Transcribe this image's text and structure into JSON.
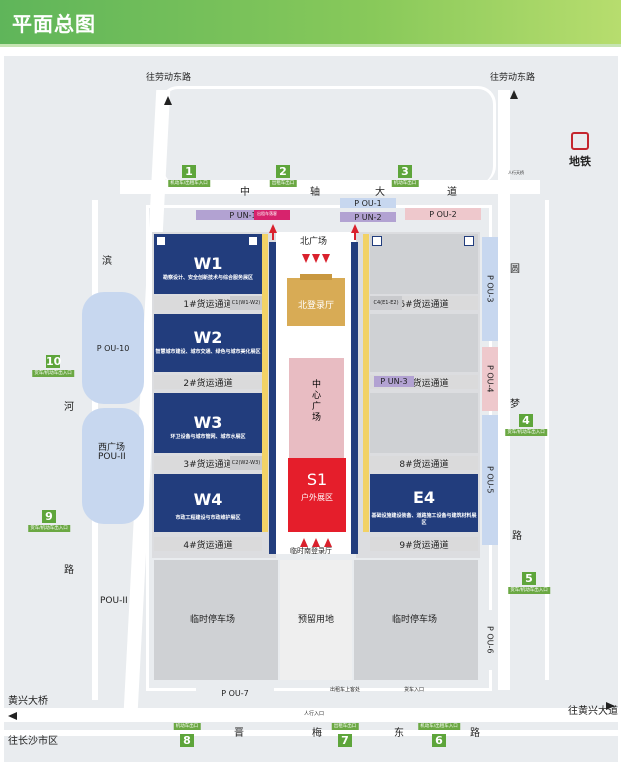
{
  "title": "平面总图",
  "roads": {
    "north_left": "往劳动东路",
    "north_right": "往劳动东路",
    "zhongzhou_1": "中",
    "zhongzhou_2": "轴",
    "zhongzhou_3": "大",
    "zhongzhou_4": "道",
    "west_1": "滨",
    "west_2": "河",
    "west_3": "路",
    "east_1": "圆",
    "east_2": "梦",
    "east_3": "路",
    "south_1": "晋",
    "south_2": "梅",
    "south_3": "东",
    "south_4": "路",
    "sw_bridge": "黄兴大桥",
    "sw_dest": "往长沙市区",
    "se_dest": "往黄兴大道"
  },
  "metro": "地铁",
  "metro_entrance": "人行天桥",
  "gates": [
    {
      "num": "1",
      "tag": "机动车/出租车入口"
    },
    {
      "num": "2",
      "tag": "出租车出口"
    },
    {
      "num": "3",
      "tag": "机动车出口"
    },
    {
      "num": "4",
      "tag": "货车/机动车出入口"
    },
    {
      "num": "5",
      "tag": "货车/机动车出入口"
    },
    {
      "num": "6",
      "tag": "机动车/出租车入口"
    },
    {
      "num": "7",
      "tag": "出租车出口"
    },
    {
      "num": "8",
      "tag": "机动车出口"
    },
    {
      "num": "9",
      "tag": "货车/机动车出入口"
    },
    {
      "num": "10",
      "tag": "货车/机动车出入口"
    }
  ],
  "parking": {
    "un1": "P UN-1",
    "un2": "P UN-2",
    "un3": "P UN-3",
    "ou1": "P OU-1",
    "ou2": "P OU-2",
    "ou3": "P OU-3",
    "ou4": "P OU-4",
    "ou5": "P OU-5",
    "ou6": "P OU-6",
    "ou7": "P OU-7",
    "ou10": "P OU-10",
    "ou11_a": "POU-II",
    "ou11_b": "POU-II",
    "west_plaza": "西广场"
  },
  "halls": {
    "w1": {
      "name": "W1",
      "desc": "勘察设计、安全创新技术与综合服务展区"
    },
    "w2": {
      "name": "W2",
      "desc": "智慧城市建设、城市交通、绿色与城市美化展区"
    },
    "w3": {
      "name": "W3",
      "desc": "环卫设备与城市管网、城市水展区"
    },
    "w4": {
      "name": "W4",
      "desc": "市政工程建设与市政维护展区"
    },
    "s1": {
      "name": "S1",
      "desc": "户外展区"
    },
    "e4": {
      "name": "E4",
      "desc": "基础设施建设装备、道路施工设备与建筑材料展区"
    }
  },
  "channels": {
    "c1": "1#货运通道",
    "c2": "2#货运通道",
    "c3": "3#货运通道",
    "c4": "4#货运通道",
    "c6": "6#货运通道",
    "c7": "7#货运通道",
    "c8": "8#货运通道",
    "c9": "9#货运通道"
  },
  "connectors": {
    "cw12": "C1(W1-W2)",
    "cw23": "C2(W2-W3)",
    "ce12": "C4(E1-E2)"
  },
  "north_plaza": "北广场",
  "north_hall": "北登录厅",
  "central_plaza": [
    "中",
    "心",
    "广",
    "场"
  ],
  "south_hall": "临时南登录厅",
  "temp_parking_left": "临时停车场",
  "temp_parking_right": "临时停车场",
  "reserved_land": "预留用地",
  "small_labels": {
    "un1_tag": "出租车落客",
    "south_lbl1": "出租车上客处",
    "south_lbl2": "货车入口",
    "south_lbl3": "人行入口"
  },
  "colors": {
    "header": "#6ab95a",
    "hall": "#223d7d",
    "s1": "#e51e2b",
    "gate": "#5ea53b",
    "parking_blue": "#c7d7ef",
    "parking_pink": "#eec8cc",
    "parking_purple": "#b2a2d2",
    "central": "#e8bcc2",
    "north_hall": "#d8ab55"
  }
}
